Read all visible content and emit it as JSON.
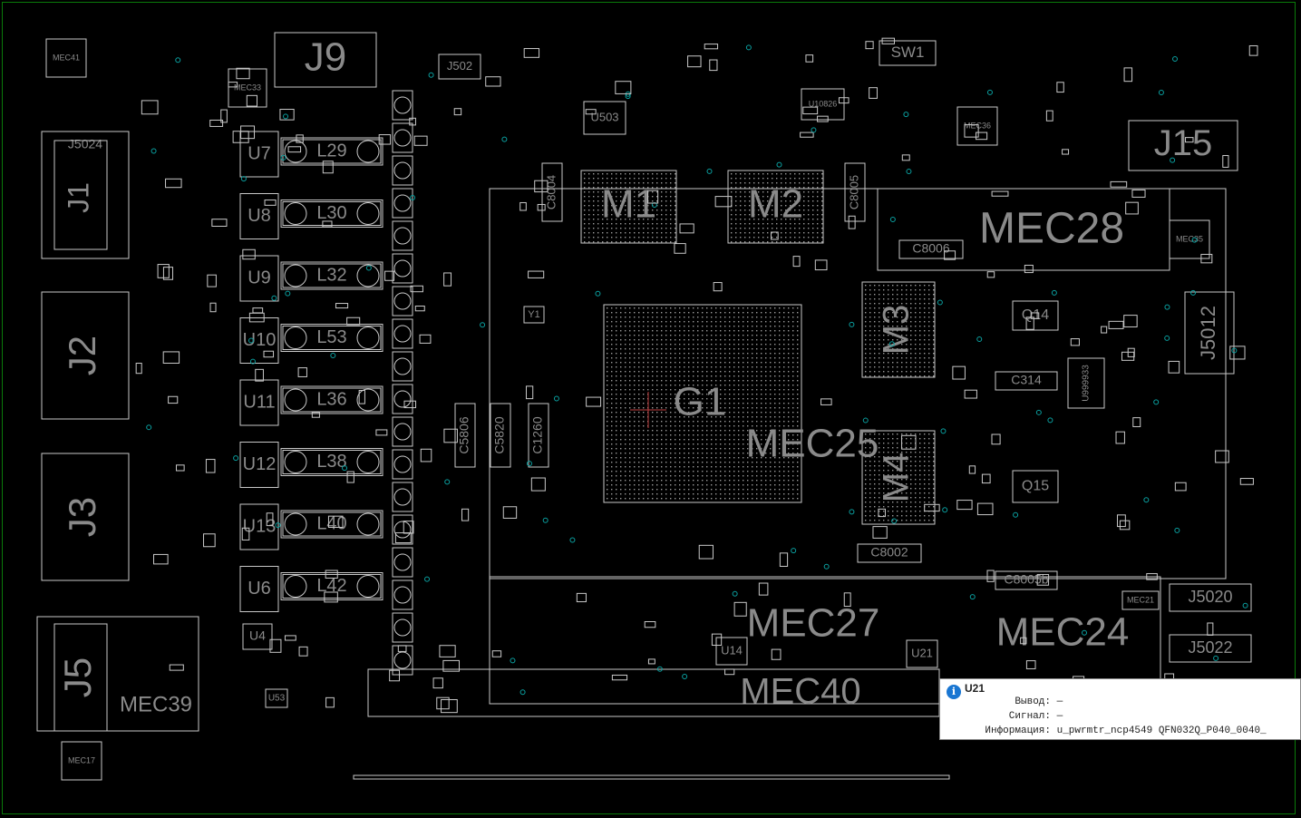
{
  "tooltip": {
    "title": "U21",
    "rows": [
      {
        "key": "Вывод:",
        "value": "—"
      },
      {
        "key": "Сигнал:",
        "value": "—"
      },
      {
        "key": "Информация:",
        "value": "u_pwrmtr_ncp4549 QFN032Q_P040_0040_"
      }
    ]
  },
  "components": [
    "J9",
    "J502",
    "SW1",
    "J15",
    "M1",
    "M2",
    "MEC28",
    "G1",
    "M3",
    "M4",
    "MEC25",
    "J5012",
    "J5024",
    "J1",
    "J2",
    "J3",
    "J5",
    "MEC39",
    "MEC27",
    "MEC40",
    "MEC24",
    "U7",
    "U8",
    "U9",
    "U10",
    "U11",
    "U12",
    "U13",
    "U6",
    "L29",
    "L30",
    "L32",
    "L53",
    "L36",
    "L38",
    "L40",
    "L42",
    "Q14",
    "Q15",
    "U503",
    "U10826",
    "C8004",
    "C8005",
    "C8006",
    "C8002",
    "C314",
    "C5806",
    "C5820",
    "C1260",
    "U14",
    "U21",
    "U4",
    "U53",
    "Y1",
    "MEC41",
    "MEC33",
    "MEC36",
    "MEC35",
    "MEC17",
    "MEC21",
    "J5020",
    "J5022",
    "U999933",
    "C8005b"
  ],
  "colors": {
    "outline": "#c8c8c8",
    "label": "#8a8a8a",
    "via": "#0aa0a0",
    "frame": "#0a7a0a",
    "marker": "#c04040"
  }
}
